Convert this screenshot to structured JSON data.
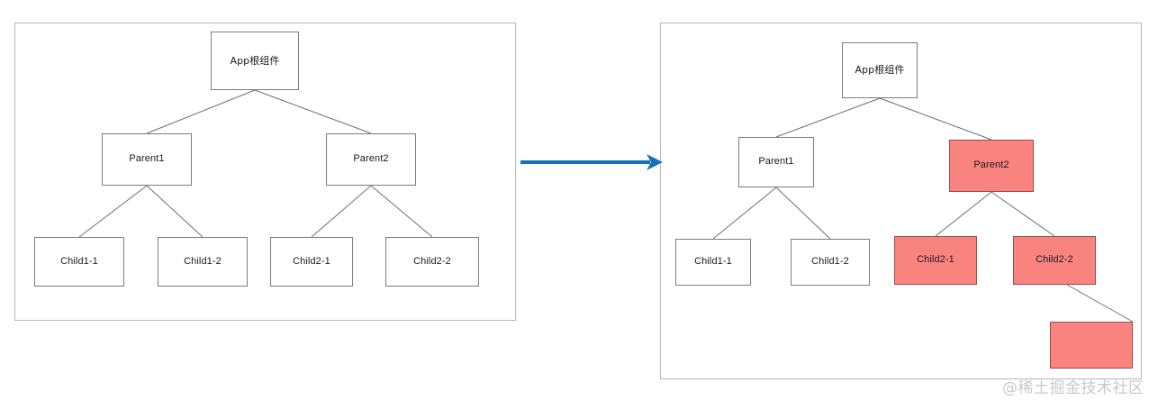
{
  "diagram": {
    "title_text": "",
    "colors": {
      "panel_border": "#b8b8b8",
      "node_border": "#7d7d7d",
      "node_fill": "#ffffff",
      "highlight_fill": "#f9837f",
      "highlight_border": "#9c4c4c",
      "edge_stroke": "#6f6f6f",
      "arrow": "#1672b8",
      "watermark": "#c9c9c9"
    },
    "left_panel": {
      "label": "before-update-tree",
      "nodes": [
        {
          "id": "app",
          "label": "App根组件",
          "highlighted": false
        },
        {
          "id": "parent1",
          "label": "Parent1",
          "highlighted": false
        },
        {
          "id": "parent2",
          "label": "Parent2",
          "highlighted": false
        },
        {
          "id": "child1-1",
          "label": "Child1-1",
          "highlighted": false
        },
        {
          "id": "child1-2",
          "label": "Child1-2",
          "highlighted": false
        },
        {
          "id": "child2-1",
          "label": "Child2-1",
          "highlighted": false
        },
        {
          "id": "child2-2",
          "label": "Child2-2",
          "highlighted": false
        }
      ],
      "edges": [
        [
          "app",
          "parent1"
        ],
        [
          "app",
          "parent2"
        ],
        [
          "parent1",
          "child1-1"
        ],
        [
          "parent1",
          "child1-2"
        ],
        [
          "parent2",
          "child2-1"
        ],
        [
          "parent2",
          "child2-2"
        ]
      ]
    },
    "right_panel": {
      "label": "after-update-tree",
      "nodes": [
        {
          "id": "app",
          "label": "App根组件",
          "highlighted": false
        },
        {
          "id": "parent1",
          "label": "Parent1",
          "highlighted": false
        },
        {
          "id": "parent2",
          "label": "Parent2",
          "highlighted": true
        },
        {
          "id": "child1-1",
          "label": "Child1-1",
          "highlighted": false
        },
        {
          "id": "child1-2",
          "label": "Child1-2",
          "highlighted": false
        },
        {
          "id": "child2-1",
          "label": "Child2-1",
          "highlighted": true
        },
        {
          "id": "child2-2",
          "label": "Child2-2",
          "highlighted": true
        },
        {
          "id": "new-node",
          "label": "",
          "highlighted": true
        }
      ],
      "edges": [
        [
          "app",
          "parent1"
        ],
        [
          "app",
          "parent2"
        ],
        [
          "parent1",
          "child1-1"
        ],
        [
          "parent1",
          "child1-2"
        ],
        [
          "parent2",
          "child2-1"
        ],
        [
          "parent2",
          "child2-2"
        ],
        [
          "child2-2",
          "new-node"
        ]
      ]
    },
    "arrow": {
      "label": "transition-arrow",
      "direction": "right"
    },
    "watermark": {
      "text": "@稀土掘金技术社区"
    }
  }
}
